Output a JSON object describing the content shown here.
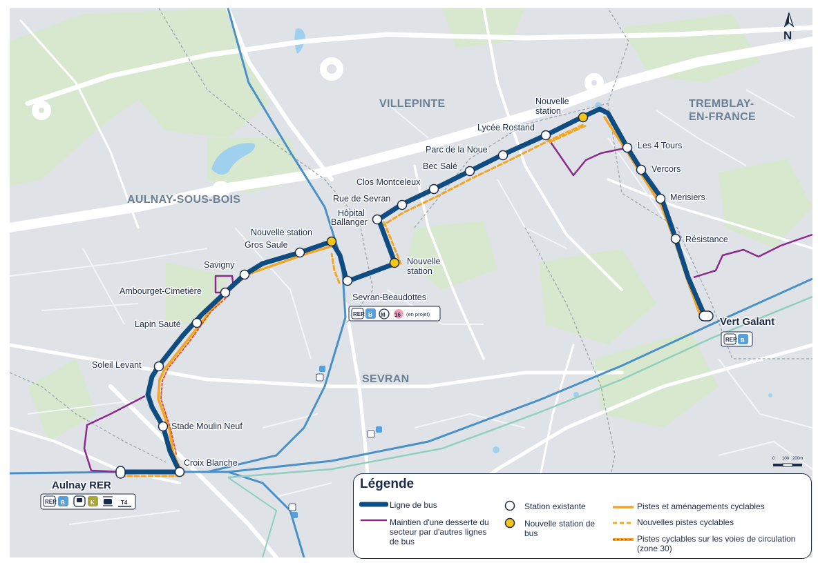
{
  "map": {
    "cities": [
      {
        "id": "aulnay",
        "lines": [
          "AULNAY-SOUS-BOIS"
        ]
      },
      {
        "id": "villepinte",
        "lines": [
          "VILLEPINTE"
        ]
      },
      {
        "id": "tremblay",
        "lines": [
          "TREMBLAY-",
          "EN-FRANCE"
        ]
      },
      {
        "id": "sevran",
        "lines": [
          "SEVRAN"
        ]
      }
    ],
    "stations": [
      {
        "id": "nouvelle-station-nord",
        "lines": [
          "Nouvelle",
          "station"
        ],
        "status": "nouvelle"
      },
      {
        "id": "lycee-rostand",
        "lines": [
          "Lycée Rostand"
        ],
        "status": "existante"
      },
      {
        "id": "parc-de-la-noue",
        "lines": [
          "Parc de la Noue"
        ],
        "status": "existante"
      },
      {
        "id": "bec-sale",
        "lines": [
          "Bec Salé"
        ],
        "status": "existante"
      },
      {
        "id": "clos-montceleux",
        "lines": [
          "Clos Montceleux"
        ],
        "status": "existante"
      },
      {
        "id": "rue-de-sevran",
        "lines": [
          "Rue de Sevran"
        ],
        "status": "existante"
      },
      {
        "id": "hopital-ballanger",
        "lines": [
          "Hôpital",
          "Ballanger"
        ],
        "status": "existante"
      },
      {
        "id": "nouvelle-station-ballanger",
        "lines": [
          "Nouvelle",
          "station"
        ],
        "status": "nouvelle"
      },
      {
        "id": "sevran-beaudottes",
        "lines": [
          "Sevran-Beaudottes"
        ],
        "status": "existante"
      },
      {
        "id": "nouvelle-station-gros-saule",
        "lines": [
          "Nouvelle station"
        ],
        "status": "nouvelle"
      },
      {
        "id": "gros-saule",
        "lines": [
          "Gros Saule"
        ],
        "status": "existante"
      },
      {
        "id": "savigny",
        "lines": [
          "Savigny"
        ],
        "status": "existante"
      },
      {
        "id": "ambourget-cimetiere",
        "lines": [
          "Ambourget-Cimetière"
        ],
        "status": "existante"
      },
      {
        "id": "lapin-saute",
        "lines": [
          "Lapin Sauté"
        ],
        "status": "existante"
      },
      {
        "id": "soleil-levant",
        "lines": [
          "Soleil Levant"
        ],
        "status": "existante"
      },
      {
        "id": "stade-moulin-neuf",
        "lines": [
          "Stade Moulin Neuf"
        ],
        "status": "existante"
      },
      {
        "id": "croix-blanche",
        "lines": [
          "Croix Blanche"
        ],
        "status": "existante"
      },
      {
        "id": "aulnay-rer",
        "lines": [
          "Aulnay RER"
        ],
        "status": "terminus"
      },
      {
        "id": "les-4-tours",
        "lines": [
          "Les 4 Tours"
        ],
        "status": "existante"
      },
      {
        "id": "vercors",
        "lines": [
          "Vercors"
        ],
        "status": "existante"
      },
      {
        "id": "merisiers",
        "lines": [
          "Merisiers"
        ],
        "status": "existante"
      },
      {
        "id": "resistance",
        "lines": [
          "Résistance"
        ],
        "status": "existante"
      },
      {
        "id": "vert-galant",
        "lines": [
          "Vert Galant"
        ],
        "status": "terminus"
      }
    ],
    "badges": {
      "rer": "RER",
      "b": "B",
      "m": "M",
      "line16": "16",
      "en_projet": "(en projet)",
      "k": "K",
      "t4": "T4"
    },
    "north_label": "N",
    "scale_labels": [
      "0",
      "100",
      "200m"
    ]
  },
  "legend": {
    "title": "Légende",
    "items": {
      "ligne_de_bus": "Ligne de bus",
      "maintien": "Maintien d'une desserte du secteur par d'autres lignes de bus",
      "station_existante": "Station existante",
      "nouvelle_station": "Nouvelle station de bus",
      "pistes": "Pistes et aménagements cyclables",
      "nouvelles_pistes": "Nouvelles pistes cyclables",
      "pistes_zone30": "Pistes cyclables sur les voies de circulation (zone 30)"
    }
  },
  "colors": {
    "bus_line": "#0f4c81",
    "desserte": "#8b2a8b",
    "cycle": "#f2a623",
    "zone30": "#e8501e",
    "new_station": "#f5c518",
    "rer_line": "#4a90c8",
    "tram_line": "#8fcfbd",
    "rer_b": "#5aa0d8",
    "metro_16": "#f4a0b8",
    "tram_k": "#a8a838"
  }
}
